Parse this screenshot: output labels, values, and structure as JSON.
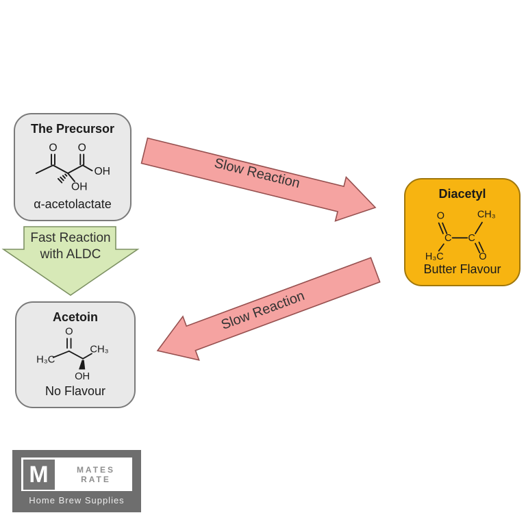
{
  "diagram": {
    "precursor": {
      "title": "The Precursor",
      "caption": "α-acetolactate",
      "atoms": {
        "o_ketone": "O",
        "o_acid": "O",
        "oh_acid": "OH",
        "oh_center": "OH"
      }
    },
    "diacetyl": {
      "title": "Diacetyl",
      "caption": "Butter Flavour",
      "atoms": {
        "o_top": "O",
        "ch3_top": "CH₃",
        "c_left": "C",
        "c_right": "C",
        "h3c_bottom": "H₃C",
        "o_bottom": "O"
      }
    },
    "acetoin": {
      "title": "Acetoin",
      "caption": "No Flavour",
      "atoms": {
        "o_top": "O",
        "h3c_left": "H₃C",
        "ch3_right": "CH₃",
        "oh_bottom": "OH"
      }
    },
    "arrows": {
      "slow_top_label": "Slow Reaction",
      "slow_bottom_label": "Slow Reaction",
      "fast_line1": "Fast Reaction",
      "fast_line2": "with ALDC"
    }
  },
  "logo": {
    "monogram": "M",
    "brand": "MATES RATE",
    "tagline": "Home Brew Supplies"
  },
  "colors": {
    "box_gray_fill": "#e9e9e9",
    "box_gray_border": "#7a7a7a",
    "box_orange_fill": "#f7b411",
    "box_orange_border": "#a0770b",
    "arrow_pink_fill": "#f5a3a1",
    "arrow_pink_border": "#96504f",
    "arrow_green_fill": "#d7e9b7",
    "arrow_green_border": "#7d9163",
    "logo_background": "#6e6e6e"
  }
}
